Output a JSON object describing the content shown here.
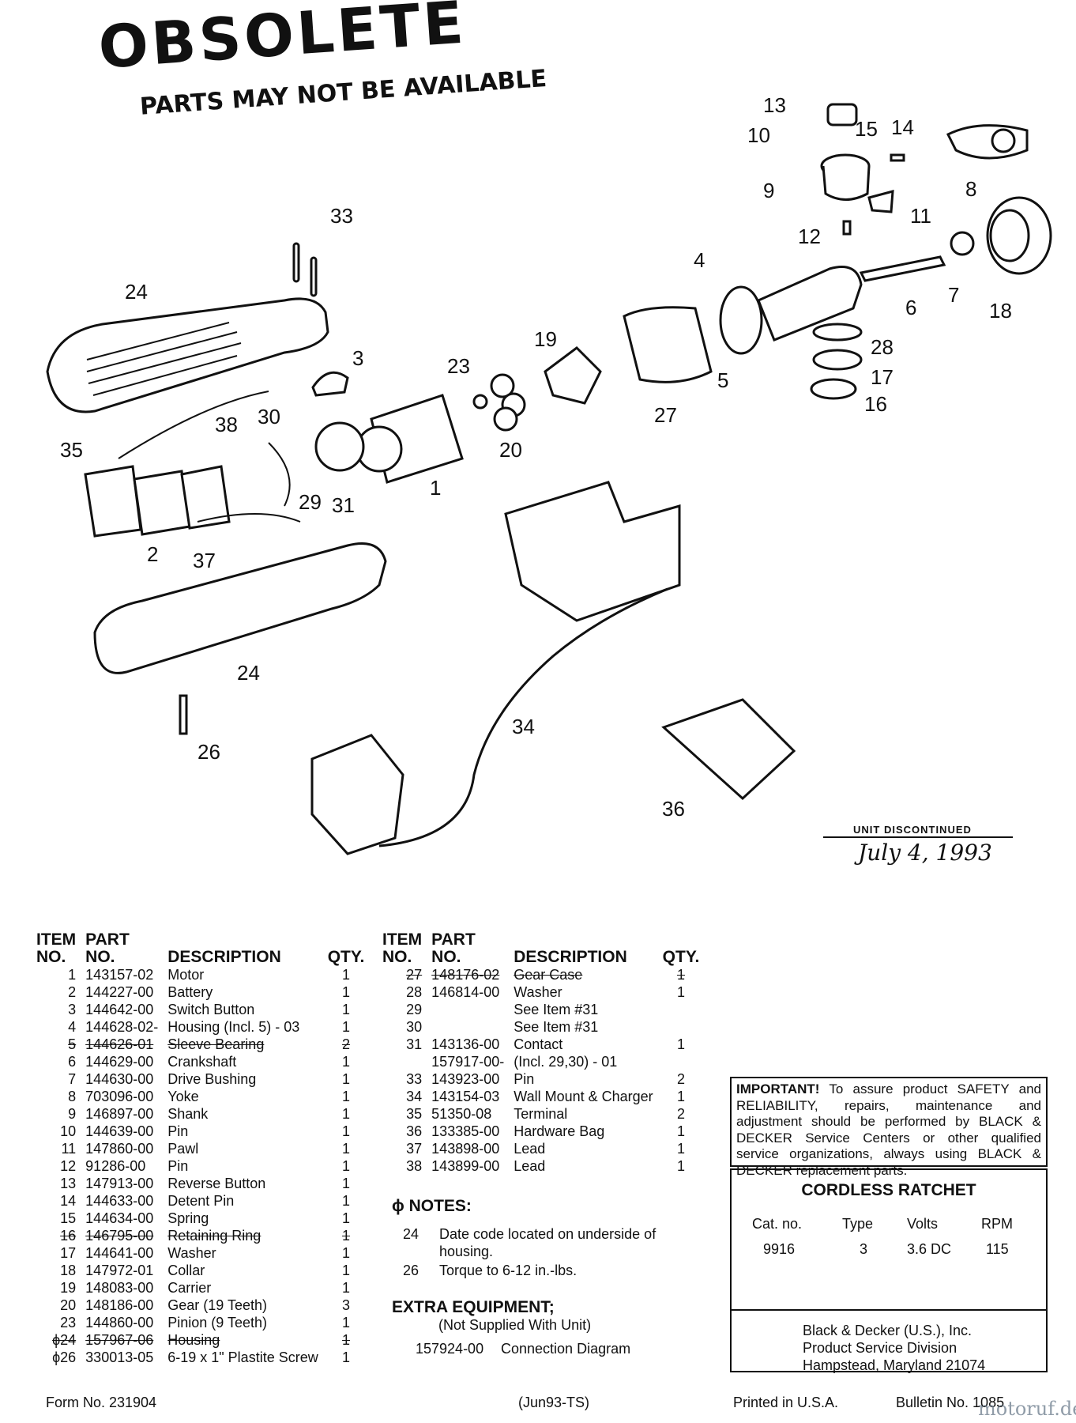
{
  "stamp": {
    "title": "OBSOLETE",
    "subtitle": "PARTS MAY NOT BE AVAILABLE"
  },
  "callouts": [
    "33",
    "24",
    "3",
    "23",
    "19",
    "4",
    "5",
    "27",
    "13",
    "10",
    "15",
    "14",
    "8",
    "9",
    "11",
    "12",
    "7",
    "6",
    "18",
    "28",
    "17",
    "16",
    "38",
    "30",
    "35",
    "2",
    "37",
    "29",
    "31",
    "1",
    "20",
    "24",
    "26",
    "34",
    "36"
  ],
  "discontinued": {
    "label": "UNIT DISCONTINUED",
    "date": "July 4, 1993"
  },
  "table_headers": {
    "item": "ITEM",
    "no": "NO.",
    "part": "PART",
    "part_no": "NO.",
    "description": "DESCRIPTION",
    "qty": "QTY."
  },
  "parts_left": [
    {
      "no": "1",
      "part": "143157-02",
      "desc": "Motor",
      "qty": "1",
      "struck": false
    },
    {
      "no": "2",
      "part": "144227-00",
      "desc": "Battery",
      "qty": "1",
      "struck": false
    },
    {
      "no": "3",
      "part": "144642-00",
      "desc": "Switch Button",
      "qty": "1",
      "struck": false
    },
    {
      "no": "4",
      "part": "144628-02-",
      "desc": "Housing (Incl. 5) - 03",
      "qty": "1",
      "struck": false
    },
    {
      "no": "5",
      "part": "144626-01",
      "desc": "Sleeve Bearing",
      "qty": "2",
      "struck": true
    },
    {
      "no": "6",
      "part": "144629-00",
      "desc": "Crankshaft",
      "qty": "1",
      "struck": false
    },
    {
      "no": "7",
      "part": "144630-00",
      "desc": "Drive Bushing",
      "qty": "1",
      "struck": false
    },
    {
      "no": "8",
      "part": "703096-00",
      "desc": "Yoke",
      "qty": "1",
      "struck": false
    },
    {
      "no": "9",
      "part": "146897-00",
      "desc": "Shank",
      "qty": "1",
      "struck": false
    },
    {
      "no": "10",
      "part": "144639-00",
      "desc": "Pin",
      "qty": "1",
      "struck": false
    },
    {
      "no": "11",
      "part": "147860-00",
      "desc": "Pawl",
      "qty": "1",
      "struck": false
    },
    {
      "no": "12",
      "part": "91286-00",
      "desc": "Pin",
      "qty": "1",
      "struck": false
    },
    {
      "no": "13",
      "part": "147913-00",
      "desc": "Reverse Button",
      "qty": "1",
      "struck": false
    },
    {
      "no": "14",
      "part": "144633-00",
      "desc": "Detent Pin",
      "qty": "1",
      "struck": false
    },
    {
      "no": "15",
      "part": "144634-00",
      "desc": "Spring",
      "qty": "1",
      "struck": false
    },
    {
      "no": "16",
      "part": "146795-00",
      "desc": "Retaining Ring",
      "qty": "1",
      "struck": true
    },
    {
      "no": "17",
      "part": "144641-00",
      "desc": "Washer",
      "qty": "1",
      "struck": false
    },
    {
      "no": "18",
      "part": "147972-01",
      "desc": "Collar",
      "qty": "1",
      "struck": false
    },
    {
      "no": "19",
      "part": "148083-00",
      "desc": "Carrier",
      "qty": "1",
      "struck": false
    },
    {
      "no": "20",
      "part": "148186-00",
      "desc": "Gear (19 Teeth)",
      "qty": "3",
      "struck": false
    },
    {
      "no": "23",
      "part": "144860-00",
      "desc": "Pinion (9 Teeth)",
      "qty": "1",
      "struck": false
    },
    {
      "no": "ϕ24",
      "part": "157967-06",
      "desc": "Housing",
      "qty": "1",
      "struck": true
    },
    {
      "no": "ϕ26",
      "part": "330013-05",
      "desc": "6-19 x 1\" Plastite Screw",
      "qty": "1",
      "struck": false
    }
  ],
  "parts_right": [
    {
      "no": "27",
      "part": "148176-02",
      "desc": "Gear Case",
      "qty": "1",
      "struck": true
    },
    {
      "no": "28",
      "part": "146814-00",
      "desc": "Washer",
      "qty": "1",
      "struck": false
    },
    {
      "no": "29",
      "part": "",
      "desc": "See Item #31",
      "qty": "",
      "struck": false
    },
    {
      "no": "30",
      "part": "",
      "desc": "See Item #31",
      "qty": "",
      "struck": false
    },
    {
      "no": "31",
      "part": "143136-00",
      "desc": "Contact",
      "qty": "1",
      "struck": false
    },
    {
      "no": "",
      "part": "157917-00-",
      "desc": "(Incl. 29,30) - 01",
      "qty": "",
      "struck": false
    },
    {
      "no": "33",
      "part": "143923-00",
      "desc": "Pin",
      "qty": "2",
      "struck": false
    },
    {
      "no": "34",
      "part": "143154-03",
      "desc": "Wall Mount & Charger",
      "qty": "1",
      "struck": false
    },
    {
      "no": "35",
      "part": "51350-08",
      "desc": "Terminal",
      "qty": "2",
      "struck": false
    },
    {
      "no": "36",
      "part": "133385-00",
      "desc": "Hardware Bag",
      "qty": "1",
      "struck": false
    },
    {
      "no": "37",
      "part": "143898-00",
      "desc": "Lead",
      "qty": "1",
      "struck": false
    },
    {
      "no": "38",
      "part": "143899-00",
      "desc": "Lead",
      "qty": "1",
      "struck": false
    }
  ],
  "notes": {
    "heading": "ϕ NOTES:",
    "items": [
      {
        "no": "24",
        "text": "Date code located on underside of housing."
      },
      {
        "no": "26",
        "text": "Torque to 6-12 in.-lbs."
      }
    ]
  },
  "extra": {
    "heading": "EXTRA EQUIPMENT;",
    "sub": "(Not Supplied With Unit)",
    "items": [
      {
        "part": "157924-00",
        "desc": "Connection Diagram"
      }
    ]
  },
  "important": {
    "lead": "IMPORTANT!",
    "text": "To assure product SAFETY and RELIABILITY, repairs, maintenance and adjustment should be performed by BLACK & DECKER Service Centers or other qualified service organizations, always using BLACK & DECKER replacement parts."
  },
  "product": {
    "title": "CORDLESS RATCHET",
    "headers": [
      "Cat. no.",
      "Type",
      "Volts",
      "RPM"
    ],
    "values": [
      "9916",
      "3",
      "3.6 DC",
      "115"
    ]
  },
  "address": [
    "Black & Decker (U.S.), Inc.",
    "Product Service Division",
    "Hampstead, Maryland 21074"
  ],
  "footer": {
    "form": "Form No.  231904",
    "date": "(Jun93-TS)",
    "printed": "Printed in U.S.A.",
    "bulletin": "Bulletin No. 1085",
    "watermark": "motoruf.de"
  }
}
